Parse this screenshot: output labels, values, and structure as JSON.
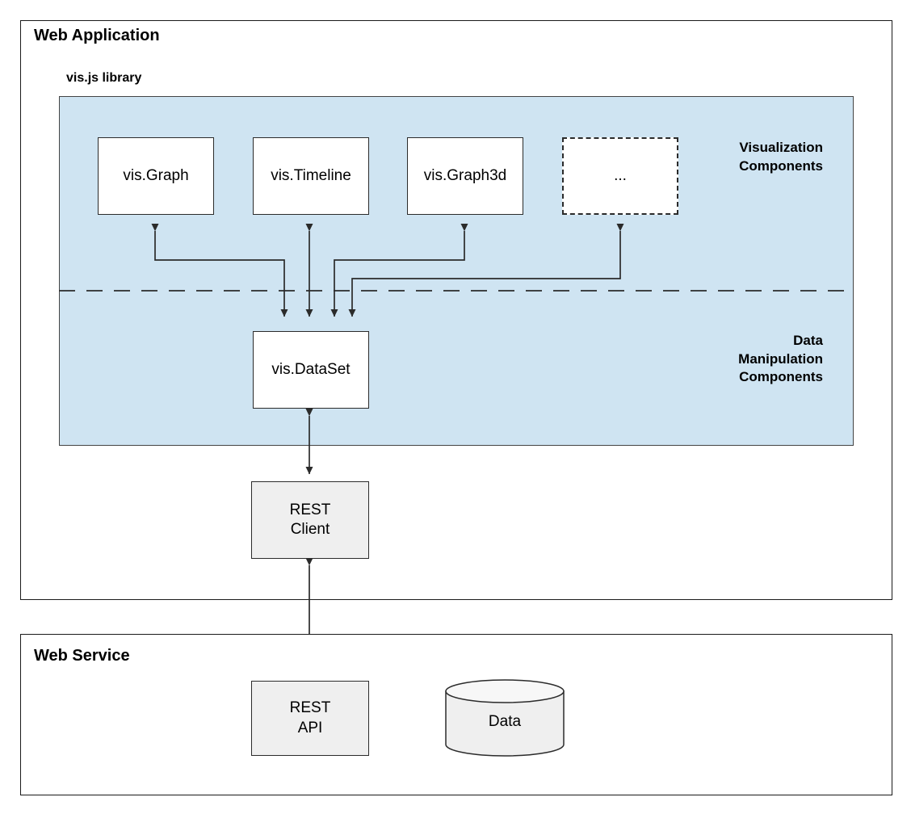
{
  "diagram": {
    "type": "architecture-block-diagram",
    "colors": {
      "panel_fill": "#cfe4f2",
      "node_fill": "#ffffff",
      "grey_node_fill": "#efefef",
      "stroke": "#2b2b2b",
      "text": "#000000"
    }
  },
  "web_application": {
    "title": "Web Application",
    "library_title": "vis.js library",
    "panel": {
      "visualization_label": "Visualization\nComponents",
      "data_manipulation_label": "Data\nManipulation\nComponents",
      "visualization_components": [
        {
          "label": "vis.Graph",
          "style": "solid"
        },
        {
          "label": "vis.Timeline",
          "style": "solid"
        },
        {
          "label": "vis.Graph3d",
          "style": "solid"
        },
        {
          "label": "...",
          "style": "dashed"
        }
      ],
      "data_components": [
        {
          "label": "vis.DataSet",
          "style": "solid"
        }
      ]
    },
    "client": {
      "label": "REST\nClient",
      "style": "grey"
    }
  },
  "web_service": {
    "title": "Web Service",
    "api": {
      "label": "REST\nAPI",
      "style": "grey"
    },
    "datastore": {
      "label": "Data",
      "shape": "cylinder"
    }
  },
  "connections": [
    {
      "from": "vis.DataSet",
      "to": "vis.Graph",
      "direction": "bidirectional"
    },
    {
      "from": "vis.DataSet",
      "to": "vis.Timeline",
      "direction": "bidirectional"
    },
    {
      "from": "vis.DataSet",
      "to": "vis.Graph3d",
      "direction": "bidirectional"
    },
    {
      "from": "vis.DataSet",
      "to": "...",
      "direction": "bidirectional"
    },
    {
      "from": "vis.DataSet",
      "to": "REST Client",
      "direction": "bidirectional"
    },
    {
      "from": "REST Client",
      "to": "REST API",
      "direction": "bidirectional"
    },
    {
      "from": "REST API",
      "to": "Data",
      "direction": "bidirectional"
    }
  ]
}
